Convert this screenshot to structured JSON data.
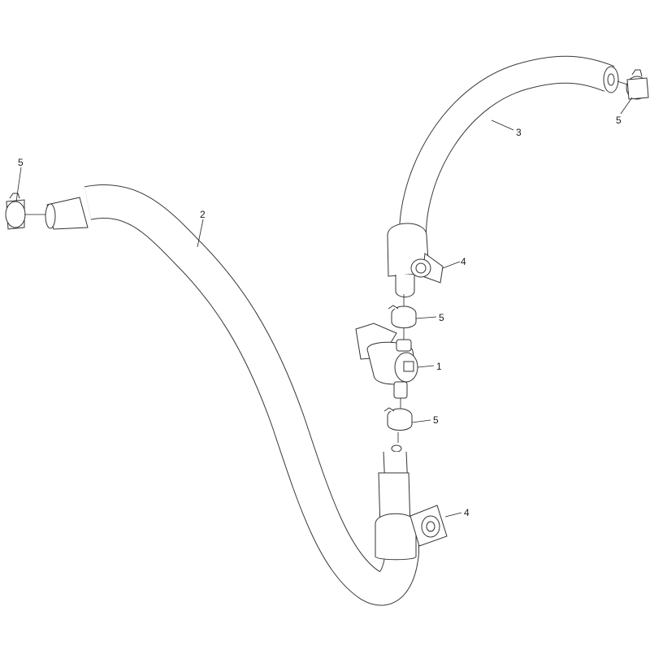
{
  "callouts": [
    {
      "id": "c1",
      "text": "5"
    },
    {
      "id": "c2",
      "text": "2"
    },
    {
      "id": "c3",
      "text": "3"
    },
    {
      "id": "c4",
      "text": "5"
    },
    {
      "id": "c5",
      "text": "4"
    },
    {
      "id": "c6",
      "text": "5"
    },
    {
      "id": "c7",
      "text": "1"
    },
    {
      "id": "c8",
      "text": "5"
    },
    {
      "id": "c9",
      "text": "4"
    }
  ]
}
